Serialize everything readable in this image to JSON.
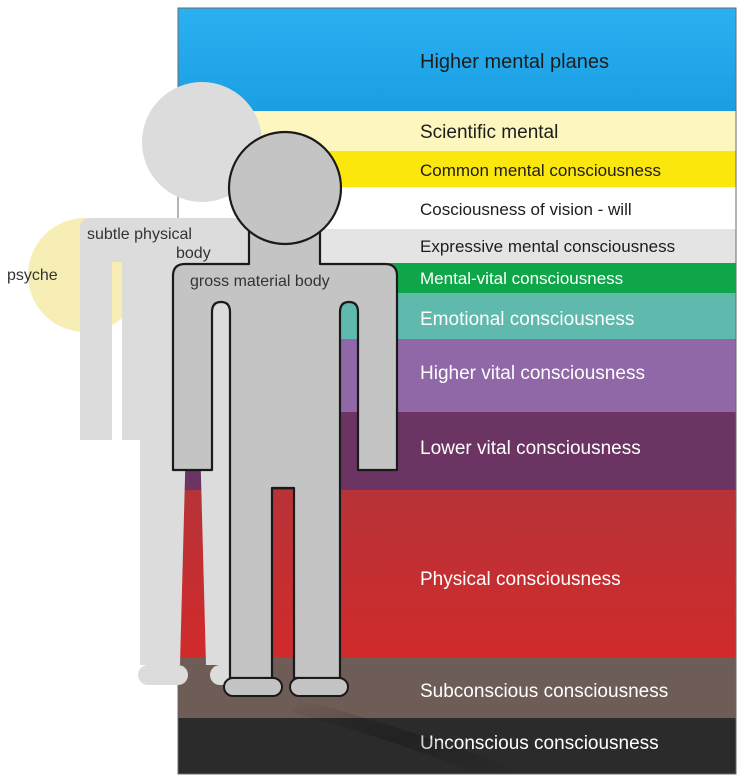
{
  "bands": [
    {
      "label": "Higher mental planes",
      "color": "#1a9fe3",
      "color_top": "#2bb0f2",
      "text_color": "#1d1d1d"
    },
    {
      "label": "Scientific mental",
      "color": "#fdf6bf",
      "text_color": "#1d1d1d"
    },
    {
      "label": "Common mental consciousness",
      "color": "#fbe70c",
      "text_color": "#1d1d1d"
    },
    {
      "label": "Cosciousness of vision - will",
      "color": "#ffffff",
      "text_color": "#1d1d1d"
    },
    {
      "label": "Expressive mental consciousness",
      "color": "#e4e4e4",
      "text_color": "#1d1d1d"
    },
    {
      "label": "Mental-vital consciousness",
      "color": "#0fa64a",
      "text_color": "#ffffff"
    },
    {
      "label": "Emotional consciousness",
      "color": "#5fb9ad",
      "text_color": "#ffffff"
    },
    {
      "label": "Higher vital consciousness",
      "color": "#9067a7",
      "text_color": "#ffffff"
    },
    {
      "label": "Lower vital consciousness",
      "color": "#6b3463",
      "text_color": "#ffffff"
    },
    {
      "label": "Physical consciousness",
      "color": "#d12a2b",
      "color_top": "#b63338",
      "text_color": "#ffffff"
    },
    {
      "label": "Subconscious consciousness",
      "color": "#6e5c56",
      "text_color": "#ffffff"
    },
    {
      "label": "Unconscious consciousness",
      "color": "#2b2b2b",
      "text_color": "#ffffff"
    }
  ],
  "figures": {
    "psyche": {
      "label": "psyche",
      "color": "#f6eeb4"
    },
    "subtle_body": {
      "label_line1": "subtle physical",
      "label_line2": "body",
      "color": "#dcdcdc"
    },
    "gross_body": {
      "label": "gross material body",
      "color": "#c4c4c4",
      "outline": "#1a1a1a"
    }
  }
}
